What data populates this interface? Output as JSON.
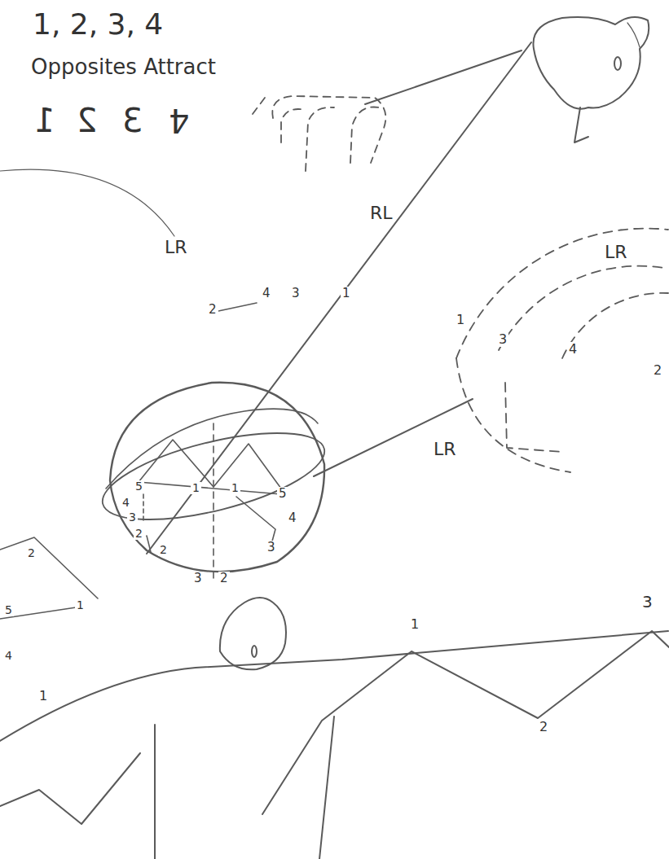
{
  "diagram": {
    "labels": [
      "1, 2, 3, 4",
      "Opposites Attract",
      "1",
      "2",
      "3",
      "4",
      "LR",
      "RL",
      "2",
      "4",
      "3",
      "1",
      "LR",
      "1",
      "3",
      "4",
      "2",
      "LR",
      "5",
      "4",
      "3",
      "2",
      "2",
      "1",
      "1",
      "5",
      "4",
      "3",
      "3",
      "2",
      "2",
      "5",
      "1",
      "4",
      "1",
      "3",
      "2",
      "1"
    ]
  }
}
